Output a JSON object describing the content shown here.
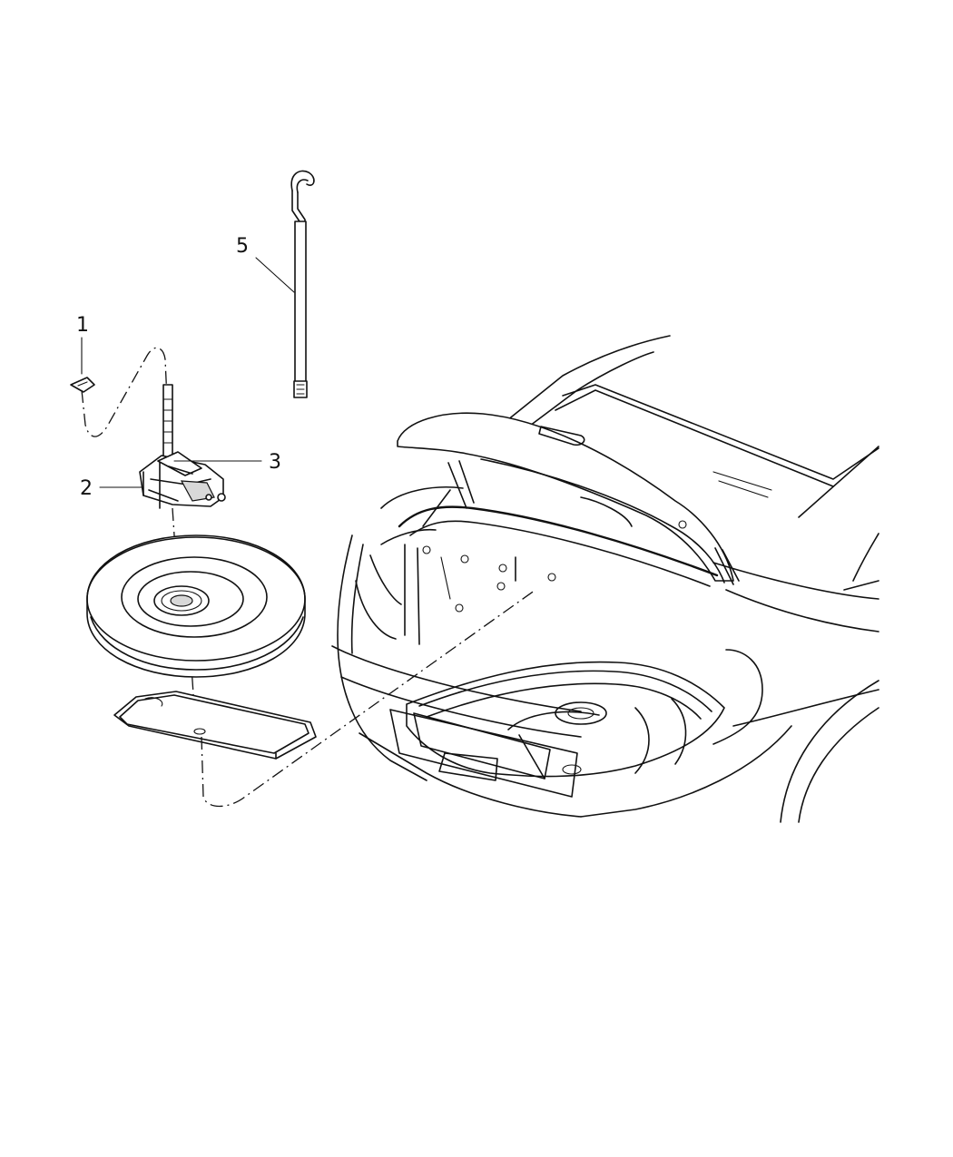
{
  "callouts": {
    "c1": "1",
    "c2": "2",
    "c3": "3",
    "c5": "5"
  },
  "colors": {
    "line": "#111111",
    "background": "#ffffff"
  }
}
